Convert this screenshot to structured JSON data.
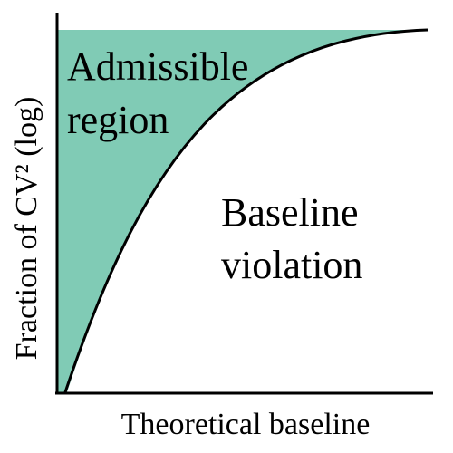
{
  "diagram": {
    "region_labels": {
      "admissible_line1": "Admissible",
      "admissible_line2": "region",
      "violation_line1": "Baseline",
      "violation_line2": "violation"
    },
    "axes": {
      "xlabel": "Theoretical baseline",
      "ylabel": "Fraction of CV² (log)"
    },
    "colors": {
      "admissible_fill": "#80cbb5",
      "curve": "#000000",
      "axes": "#000000",
      "background": "#ffffff"
    }
  }
}
